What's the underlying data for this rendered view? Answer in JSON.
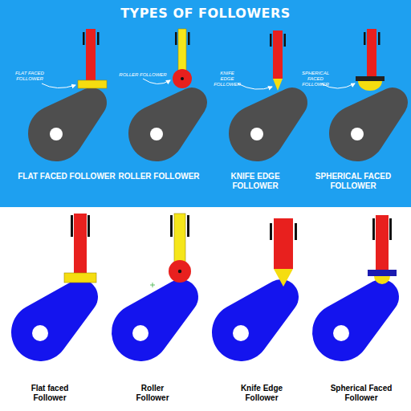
{
  "diagram": {
    "title": "TYPES OF FOLLOWERS",
    "labels": [
      "FLAT FACED FOLLOWER",
      "ROLLER FOLLOWER",
      "KNIFE EDGE FOLLOWER",
      "SPHERICAL FACED FOLLOWER",
      "FLAT FACED FOLLOWER",
      "ROLLER FOLLOWER",
      "KNIFE EDGE FOLLOWER",
      "SPHERICAL FACED FOLLOWER",
      "Flat faced Follower",
      "Roller Follower",
      "Knife Edge Follower",
      "Spherical Faced Follower"
    ]
  }
}
